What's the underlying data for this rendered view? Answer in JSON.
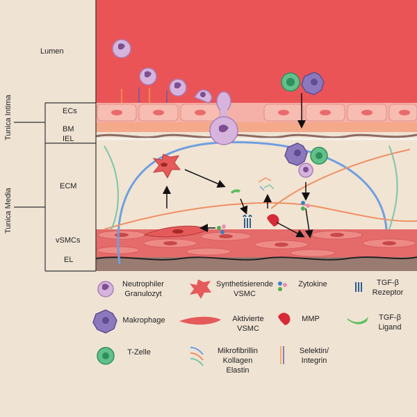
{
  "left_labels": {
    "lumen": "Lumen",
    "ecs": "ECs",
    "bm": "BM",
    "iel": "IEL",
    "ecm": "ECM",
    "vsmcs": "vSMCs",
    "el": "EL",
    "tunica_intima": "Tunica Intima",
    "tunica_media": "Tunica Media"
  },
  "legend": {
    "neutrophil": [
      "Neutrophiler",
      "Granulozyt"
    ],
    "synth_vsmc": [
      "Synthetisierende",
      "VSMC"
    ],
    "cytokine": "Zytokine",
    "tgfb_receptor": [
      "TGF-β",
      "Rezeptor"
    ],
    "macrophage": "Makrophage",
    "active_vsmc": [
      "Aktivierte",
      "VSMC"
    ],
    "mmp": "MMP",
    "tgfb_ligand": [
      "TGF-β",
      "Ligand"
    ],
    "tcell": "T-Zelle",
    "fibers": [
      "Mikrofibrillin",
      "Kollagen",
      "Elastin"
    ],
    "selectin": [
      "Selektin/",
      "Integrin"
    ]
  },
  "colors": {
    "lumen": "#ea5457",
    "endothelium": "#f5b1a7",
    "bm": "#f3a98a",
    "ecm": "#f1e4d3",
    "smc": "#e56a6a",
    "el": "#9a7b72",
    "elastin_line": "#6e9fe0",
    "collagen_line": "#ef8f63",
    "microfibril_line": "#7ac6a7"
  }
}
